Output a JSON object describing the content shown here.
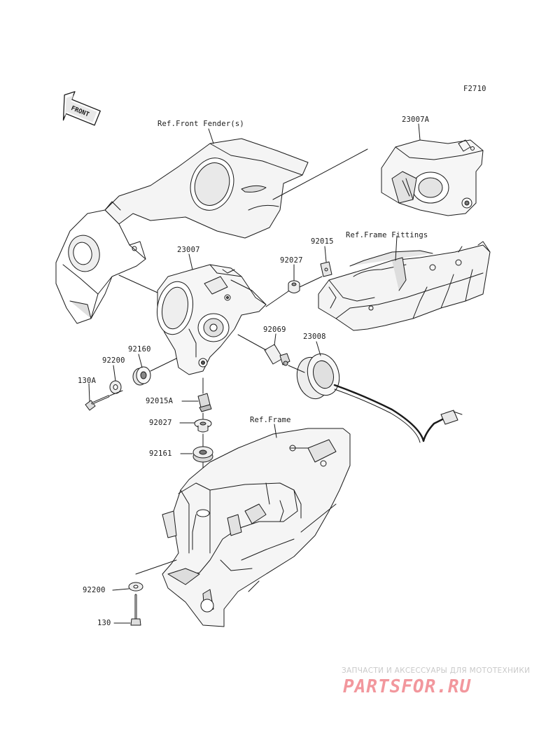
{
  "figure_code": "F2710",
  "front_arrow": {
    "label": "FRONT",
    "icon": "front-direction-arrow-icon"
  },
  "references": {
    "front_fender": "Ref.Front Fender(s)",
    "frame_fittings": "Ref.Frame Fittings",
    "frame": "Ref.Frame"
  },
  "parts": {
    "p23007A": "23007A",
    "p92015": "92015",
    "p23007": "23007",
    "p92027_top": "92027",
    "p92069": "92069",
    "p23008": "23008",
    "p92160": "92160",
    "p92200_top": "92200",
    "p130A": "130A",
    "p92015A": "92015A",
    "p92027_mid": "92027",
    "p92161": "92161",
    "p92200_bottom": "92200",
    "p130": "130"
  },
  "watermark": {
    "subtitle": "ЗАПЧАСТИ И АКСЕССУАРЫ ДЛЯ МОТОТЕХНИКИ",
    "logo": "PARTSFOR.RU",
    "color": "#e8434e"
  },
  "colors": {
    "line": "#1a1a1a",
    "shade": "#d2d2d2",
    "light_shade": "#ececec"
  }
}
